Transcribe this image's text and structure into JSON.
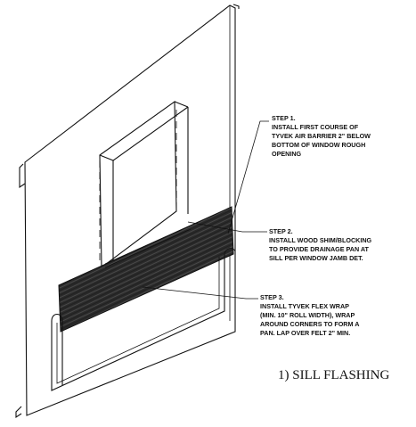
{
  "steps": [
    {
      "heading": "STEP 1.",
      "lines": [
        "INSTALL FIRST COURSE OF",
        "TYVEK AIR BARRIER 2\" BELOW",
        "BOTTOM OF WINDOW ROUGH",
        "OPENING"
      ]
    },
    {
      "heading": "STEP 2.",
      "lines": [
        "INSTALL WOOD SHIM/BLOCKING",
        "TO PROVIDE DRAINAGE PAN AT",
        "SILL PER WINDOW JAMB DET."
      ]
    },
    {
      "heading": "STEP 3.",
      "lines": [
        "INSTALL TYVEK FLEX WRAP",
        "(MIN. 10\" ROLL WIDTH), WRAP",
        "AROUND CORNERS TO FORM A",
        "PAN.  LAP OVER FELT 2\" MIN."
      ]
    }
  ],
  "caption": "1)  SILL FLASHING",
  "colors": {
    "ink": "#111111",
    "paper": "#ffffff",
    "flashing_fill": "#2a2a2a"
  }
}
